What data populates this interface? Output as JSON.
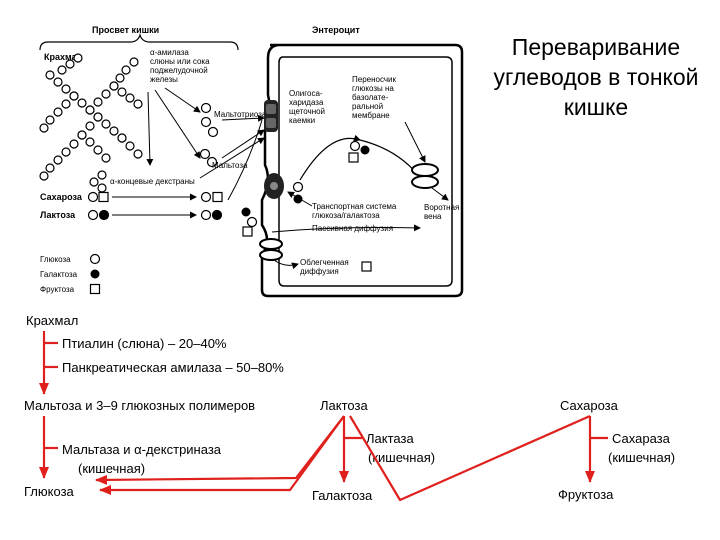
{
  "slide_title": "Переваривание углеводов в тонкой кишке",
  "top_diagram": {
    "lumen_label": "Просвет кишки",
    "enterocyte_label": "Энтероцит",
    "starch_label": "Крахмал",
    "amylase_label": [
      "α-амилаза",
      "слюны или сока",
      "поджелудочной",
      "железы"
    ],
    "maltotriose_label": "Мальтотриоза",
    "maltose_label": "Мальтоза",
    "dextrins_label": "α-концевые декстраны",
    "sucrose_label": "Сахароза",
    "lactose_label": "Лактоза",
    "oligosaccharidase_label": [
      "Олигоса-",
      "харидаза",
      "щеточной",
      "каемки"
    ],
    "basolateral_carrier_label": [
      "Переносчик",
      "глюкозы на",
      "базолате-",
      "ральной",
      "мембране"
    ],
    "symporter_label": [
      "Транспортная система",
      "глюкоза/галактоза"
    ],
    "passive_diffusion_label": "Пассивная диффузия",
    "portal_vein_label": [
      "Воротная",
      "вена"
    ],
    "facilitated_diffusion_label": [
      "Облегченная",
      "диффузия"
    ],
    "legend": [
      {
        "label": "Глюкоза",
        "symbol": "open-circle"
      },
      {
        "label": "Галактоза",
        "symbol": "filled-circle"
      },
      {
        "label": "Фруктоза",
        "symbol": "open-square"
      }
    ]
  },
  "bottom_diagram": {
    "starch": "Крахмал",
    "ptyalin": "Птиалин (слюна) – 20–40%",
    "pancreatic_amylase": "Панкреатическая амилаза – 50–80%",
    "maltose_polymers": "Мальтоза и 3–9 глюкозных полимеров",
    "maltase_line1": "Мальтаза и α-декстриназа",
    "maltase_line2": "(кишечная)",
    "glucose": "Глюкоза",
    "lactose": "Лактоза",
    "lactase_line1": "Лактаза",
    "lactase_line2": "(кишечная)",
    "galactose": "Галактоза",
    "sucrose": "Сахароза",
    "sucrase_line1": "Сахараза",
    "sucrase_line2": "(кишечная)",
    "fructose": "Фруктоза",
    "arrow_color": "#e0201c"
  }
}
